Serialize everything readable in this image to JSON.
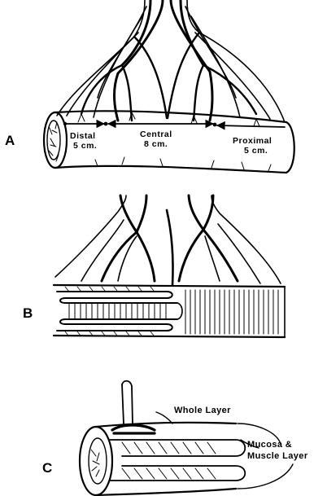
{
  "panels": {
    "a": {
      "letter": "A",
      "segments": [
        {
          "name": "Distal",
          "length": "5 cm."
        },
        {
          "name": "Central",
          "length": "8 cm."
        },
        {
          "name": "Proximal",
          "length": "5 cm."
        }
      ]
    },
    "b": {
      "letter": "B"
    },
    "c": {
      "letter": "C",
      "label_whole_layer": "Whole Layer",
      "label_mucosa_line1": "Mucosa &",
      "label_mucosa_line2": "Muscle Layer"
    }
  },
  "colors": {
    "ink": "#000000",
    "background": "#ffffff"
  }
}
